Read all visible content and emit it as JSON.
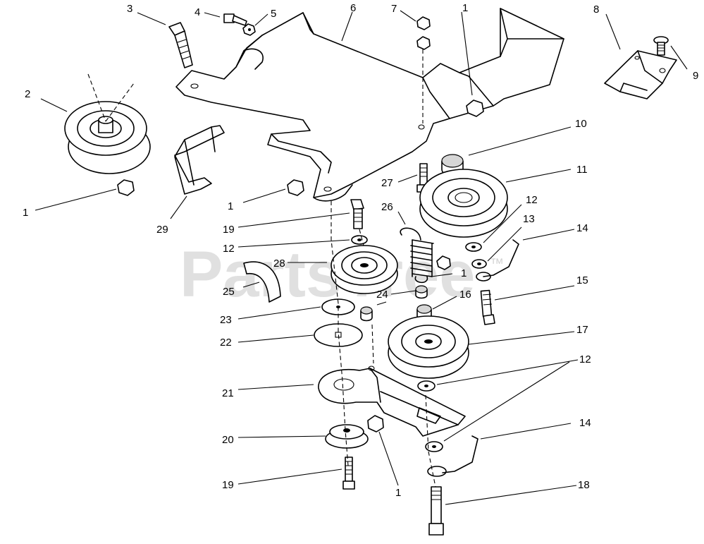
{
  "watermark": {
    "text": "PartsTree",
    "trademark": "™"
  },
  "callouts": {
    "c1a": "1",
    "c1b": "1",
    "c1c": "1",
    "c1d": "1",
    "c1e": "1",
    "c2": "2",
    "c3": "3",
    "c4": "4",
    "c5": "5",
    "c6": "6",
    "c7": "7",
    "c8": "8",
    "c9": "9",
    "c10": "10",
    "c11": "11",
    "c12a": "12",
    "c12b": "12",
    "c12c": "12",
    "c13": "13",
    "c14a": "14",
    "c14b": "14",
    "c15": "15",
    "c16": "16",
    "c17": "17",
    "c18": "18",
    "c19a": "19",
    "c19b": "19",
    "c20": "20",
    "c21": "21",
    "c22": "22",
    "c23": "23",
    "c24": "24",
    "c25": "25",
    "c26": "26",
    "c27": "27",
    "c28": "28",
    "c29": "29"
  }
}
